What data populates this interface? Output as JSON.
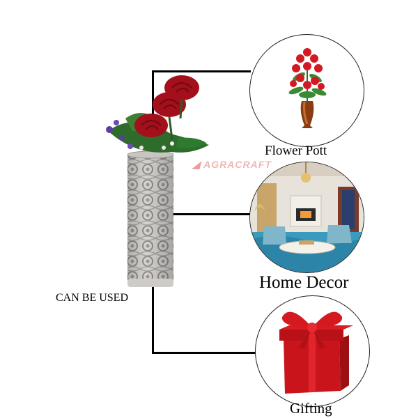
{
  "captions": {
    "usage": "CAN BE USED",
    "flower_pot": "Flower Pott",
    "home_decor": "Home Decor",
    "gifting": "Gifting"
  },
  "watermark": "AGRACRAFT",
  "colors": {
    "rose_red": "#b3121d",
    "vase_stone": "#cfcdca",
    "gift_red": "#d0161c",
    "room_blue": "#2f8fb3"
  }
}
